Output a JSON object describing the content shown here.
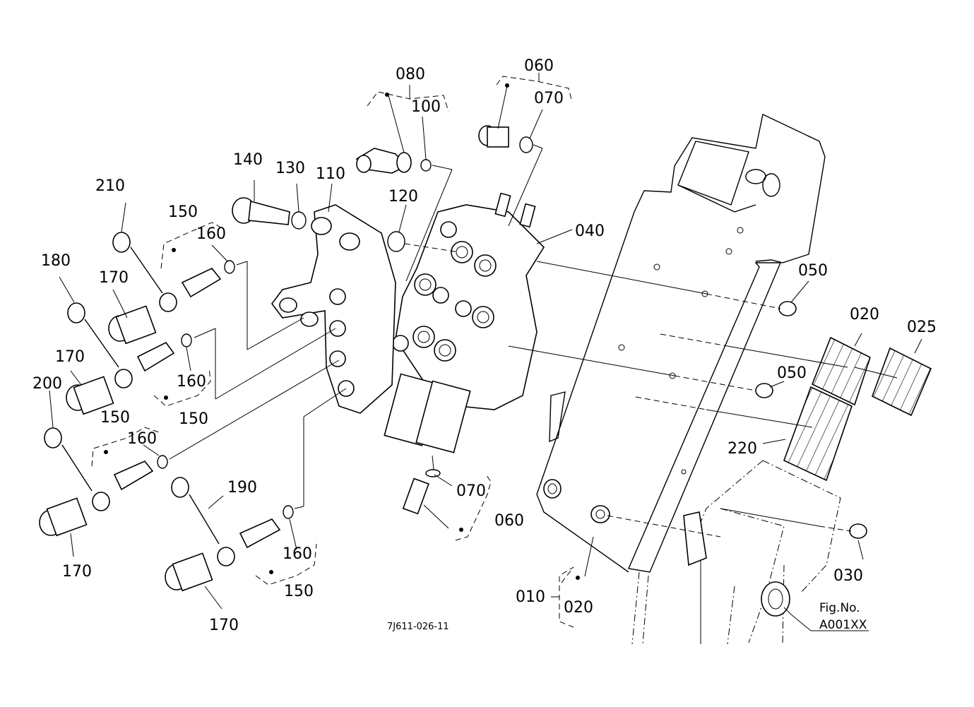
{
  "diagram": {
    "title": "Hydraulic control valve and quick coupler assembly (exploded parts view)",
    "drawing_number": "7J611-026-11",
    "figure": {
      "label": "Fig.No.",
      "number": "A001XX"
    },
    "callouts": [
      {
        "id": "010",
        "text": "010"
      },
      {
        "id": "020-bracket",
        "text": "020"
      },
      {
        "id": "020-pad",
        "text": "020"
      },
      {
        "id": "025",
        "text": "025"
      },
      {
        "id": "030",
        "text": "030"
      },
      {
        "id": "040",
        "text": "040"
      },
      {
        "id": "050-upper",
        "text": "050"
      },
      {
        "id": "050-lower",
        "text": "050"
      },
      {
        "id": "060-top",
        "text": "060"
      },
      {
        "id": "060-bottom",
        "text": "060"
      },
      {
        "id": "070-top",
        "text": "070"
      },
      {
        "id": "070-bottom",
        "text": "070"
      },
      {
        "id": "080",
        "text": "080"
      },
      {
        "id": "100",
        "text": "100"
      },
      {
        "id": "110",
        "text": "110"
      },
      {
        "id": "120",
        "text": "120"
      },
      {
        "id": "130",
        "text": "130"
      },
      {
        "id": "140",
        "text": "140"
      },
      {
        "id": "150-a",
        "text": "150"
      },
      {
        "id": "150-b",
        "text": "150"
      },
      {
        "id": "150-c",
        "text": "150"
      },
      {
        "id": "150-d",
        "text": "150"
      },
      {
        "id": "160-a",
        "text": "160"
      },
      {
        "id": "160-b",
        "text": "160"
      },
      {
        "id": "160-c",
        "text": "160"
      },
      {
        "id": "160-d",
        "text": "160"
      },
      {
        "id": "170-a",
        "text": "170"
      },
      {
        "id": "170-b",
        "text": "170"
      },
      {
        "id": "170-c",
        "text": "170"
      },
      {
        "id": "170-d",
        "text": "170"
      },
      {
        "id": "180",
        "text": "180"
      },
      {
        "id": "190",
        "text": "190"
      },
      {
        "id": "200",
        "text": "200"
      },
      {
        "id": "210",
        "text": "210"
      },
      {
        "id": "220",
        "text": "220"
      }
    ]
  }
}
